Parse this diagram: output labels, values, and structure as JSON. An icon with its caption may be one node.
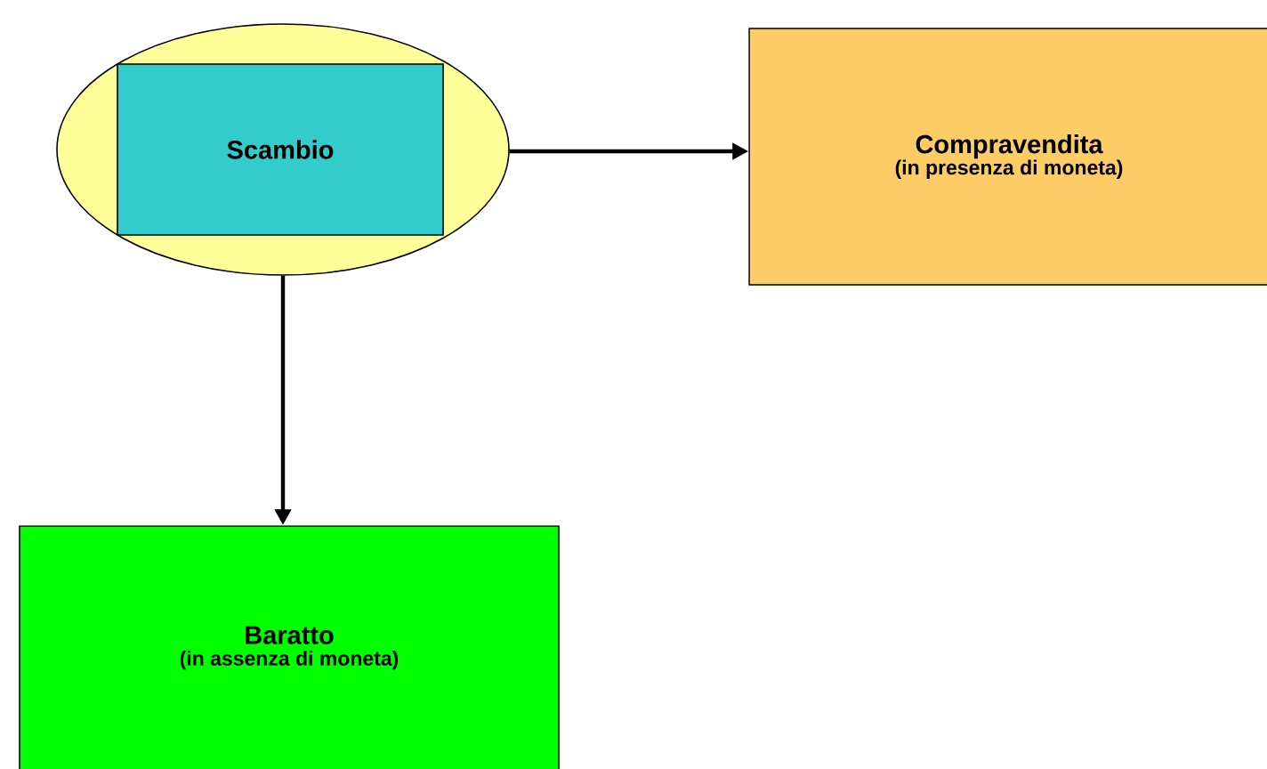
{
  "diagram": {
    "nodes": [
      {
        "text": [],
        "shape": "ellipse"
      },
      {
        "text": [
          "Scambio"
        ],
        "in": 0
      },
      {
        "text": [
          "Compravendita",
          "(in presenza di moneta)"
        ]
      },
      {
        "text": [
          "Baratto",
          "(in assenza di moneta)"
        ]
      }
    ],
    "edges": [
      {
        "from": 0,
        "to": 2,
        "arrow": "to"
      },
      {
        "from": 0,
        "to": 3,
        "arrow": "to"
      }
    ]
  }
}
